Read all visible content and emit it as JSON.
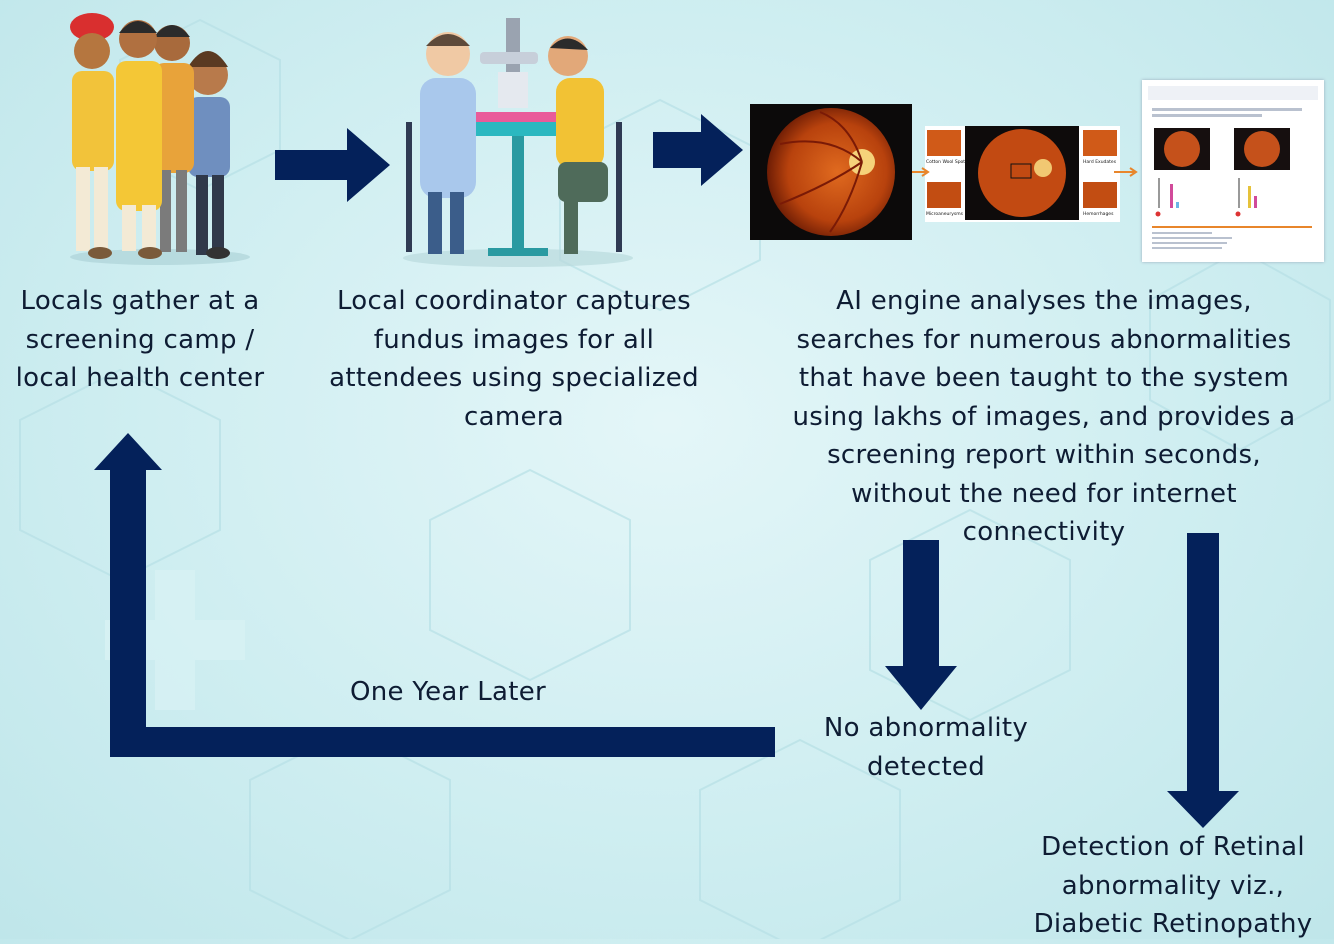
{
  "colors": {
    "arrow": "#04215a",
    "background": "#cfeef1",
    "text": "#0e1c33"
  },
  "steps": {
    "gather": "Locals gather at a\nscreening camp /\nlocal health center",
    "capture": "Local coordinator captures\nfundus images for all\nattendees using specialized\ncamera",
    "analyse": "AI engine analyses the images,\nsearches for numerous abnormalities\nthat have been taught to the system\nusing lakhs of images, and provides a\nscreening report within seconds,\nwithout the need for internet\nconnectivity",
    "no_abnormality": "No abnormality\ndetected",
    "detection": "Detection of Retinal\nabnormality viz.,\nDiabetic Retinopathy",
    "loop": "One Year Later"
  },
  "images": {
    "villagers": "villagers-illustration",
    "camera": "fundus-camera-illustration",
    "fundus": "fundus-photo",
    "report": "screening-report"
  },
  "report_panel_labels": [
    "Cotton Wool Spots",
    "Hard Exudates",
    "Microaneurysms",
    "Hemorrhages"
  ]
}
